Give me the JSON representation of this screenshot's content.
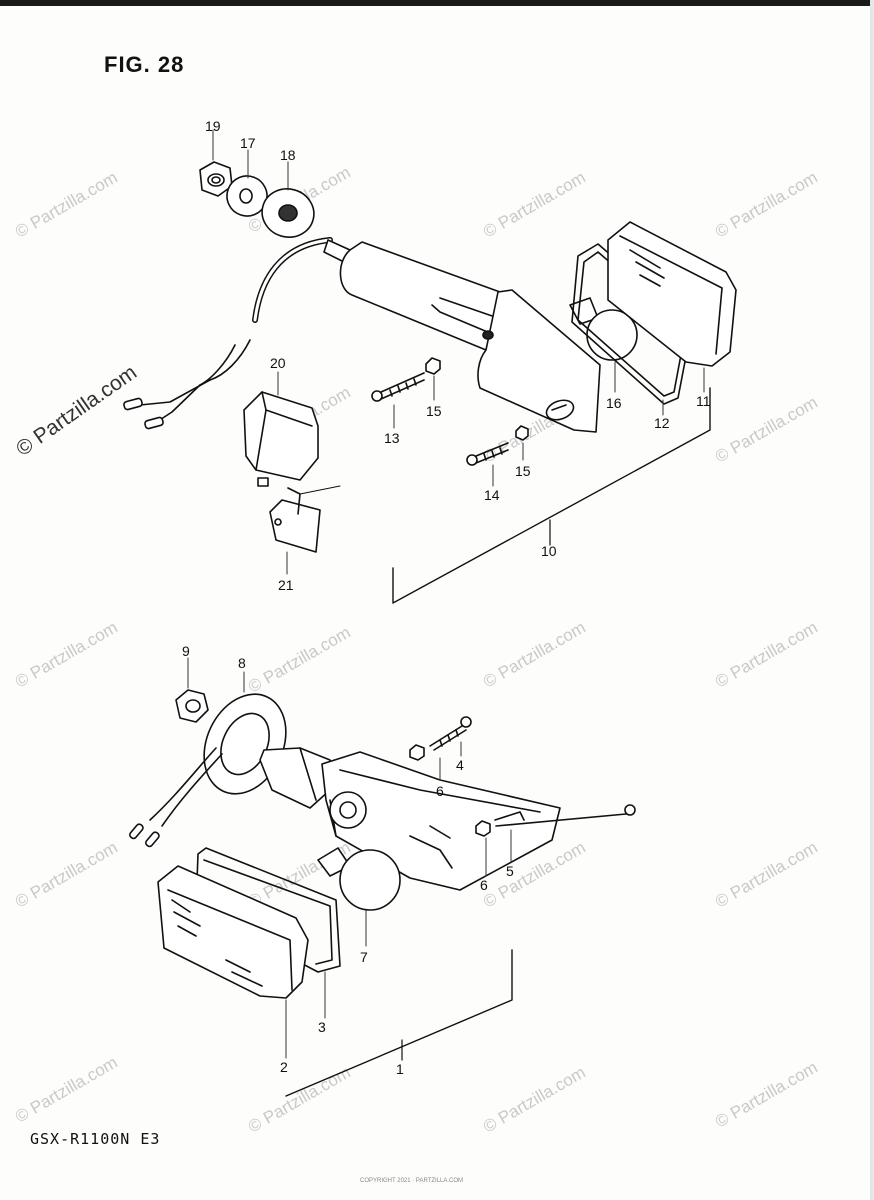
{
  "figure": {
    "title": "FIG. 28"
  },
  "model_label": "GSX-R1100N E3",
  "footer_text": "COPYRIGHT 2021 · PARTZILLA.COM",
  "watermark_text": "© Partzilla.com",
  "callouts": {
    "c1": "1",
    "c2": "2",
    "c3": "3",
    "c4": "4",
    "c5": "5",
    "c6a": "6",
    "c6b": "6",
    "c7": "7",
    "c8": "8",
    "c9": "9",
    "c10": "10",
    "c11": "11",
    "c12": "12",
    "c13": "13",
    "c14": "14",
    "c15a": "15",
    "c15b": "15",
    "c16": "16",
    "c17": "17",
    "c18": "18",
    "c19": "19",
    "c20": "20",
    "c21": "21"
  }
}
